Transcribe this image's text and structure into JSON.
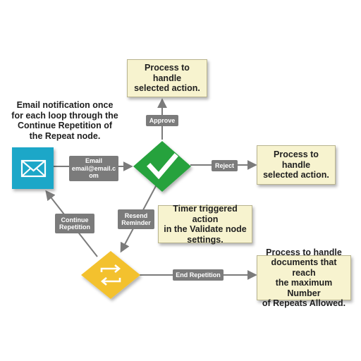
{
  "colors": {
    "email_node": "#1ea7c8",
    "approve_node": "#26a23c",
    "repeat_node": "#f3c12e",
    "note_fill": "#f7f3cf",
    "label_fill": "#7b7b7b",
    "connector": "#7b7b7b"
  },
  "nodes": {
    "email": {
      "icon": "envelope-icon"
    },
    "approve": {
      "icon": "checkmark-icon"
    },
    "repeat": {
      "icon": "repeat-arrows-icon"
    }
  },
  "notes": {
    "email_notification": [
      "Email notification once",
      "for each loop through",
      "the Continue Repetition",
      "of the Repeat node."
    ],
    "approve_process": [
      "Process to handle",
      "selected action."
    ],
    "reject_process": [
      "Process to handle",
      "selected action."
    ],
    "timer": [
      "Timer triggered action",
      "in the Validate node",
      "settings."
    ],
    "end_process": [
      "Process to handle",
      "documents that reach",
      "the maximum Number",
      "of Repeats Allowed."
    ]
  },
  "labels": {
    "email": [
      "Email",
      "email@email.c",
      "om"
    ],
    "approve": "Approve",
    "reject": "Reject",
    "resend": [
      "Resend",
      "Reminder"
    ],
    "continue": [
      "Continue",
      "Repetition"
    ],
    "end": "End Repetition"
  }
}
